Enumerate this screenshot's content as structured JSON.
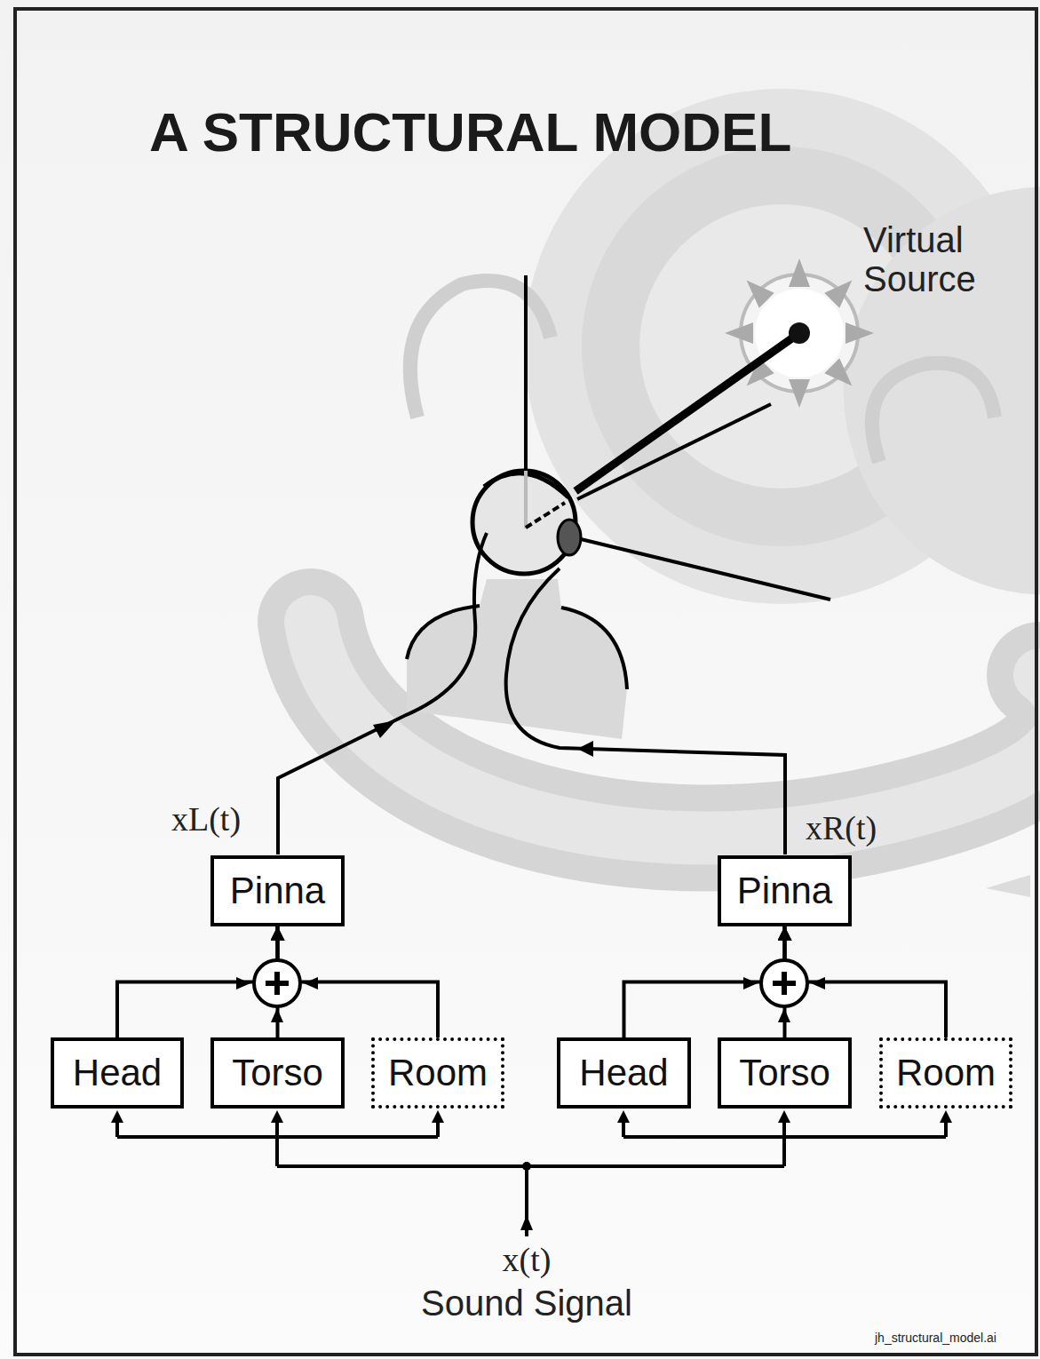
{
  "diagram": {
    "title": "A STRUCTURAL MODEL",
    "nodes": [
      {
        "text": [
          "Pinna"
        ]
      },
      {
        "text": [
          "Pinna"
        ]
      },
      {
        "text": [
          "Head"
        ]
      },
      {
        "text": [
          "Torso"
        ]
      },
      {
        "text": [
          "Room"
        ]
      },
      {
        "text": [
          "Head"
        ]
      },
      {
        "text": [
          "Torso"
        ]
      },
      {
        "text": [
          "Room"
        ]
      }
    ],
    "edges": [
      {
        "from": 2,
        "to": 0,
        "arrow": "to"
      },
      {
        "from": 3,
        "to": 0,
        "arrow": "to"
      },
      {
        "from": 4,
        "to": 0,
        "arrow": "to"
      },
      {
        "from": 5,
        "to": 1,
        "arrow": "to"
      },
      {
        "from": 6,
        "to": 1,
        "arrow": "to"
      },
      {
        "from": 7,
        "to": 1,
        "arrow": "to"
      }
    ],
    "labels": [
      "Virtual Source",
      "xL(t)",
      "xR(t)",
      "x(t)",
      "Sound Signal",
      "jh_structural_model.ai"
    ]
  }
}
